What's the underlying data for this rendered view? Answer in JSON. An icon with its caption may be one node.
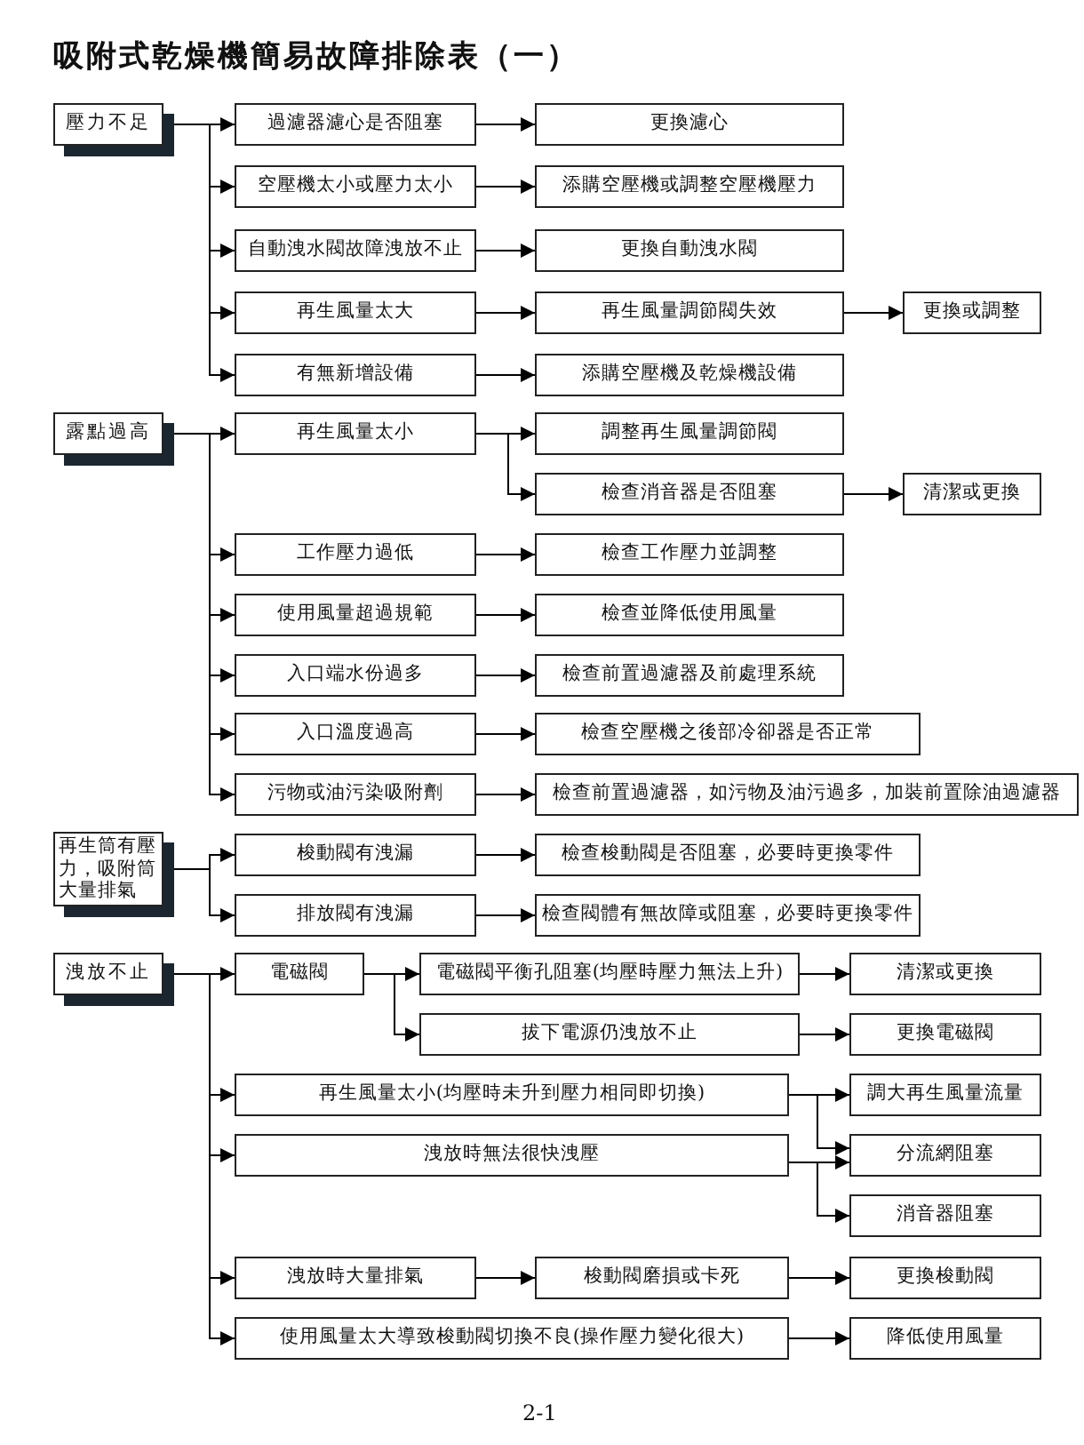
{
  "diagram": {
    "title": "吸附式乾燥機簡易故障排除表（一）",
    "nodes": [
      {
        "text": [
          "壓力不足"
        ]
      },
      {
        "text": [
          "過濾器濾心是否阻塞"
        ]
      },
      {
        "text": [
          "更換濾心"
        ]
      },
      {
        "text": [
          "空壓機太小或壓力太小"
        ]
      },
      {
        "text": [
          "添購空壓機或調整空壓機壓力"
        ]
      },
      {
        "text": [
          "自動洩水閥故障洩放不止"
        ]
      },
      {
        "text": [
          "更換自動洩水閥"
        ]
      },
      {
        "text": [
          "再生風量太大"
        ]
      },
      {
        "text": [
          "再生風量調節閥失效"
        ]
      },
      {
        "text": [
          "更換或調整"
        ]
      },
      {
        "text": [
          "有無新增設備"
        ]
      },
      {
        "text": [
          "添購空壓機及乾燥機設備"
        ]
      },
      {
        "text": [
          "露點過高"
        ]
      },
      {
        "text": [
          "再生風量太小"
        ]
      },
      {
        "text": [
          "調整再生風量調節閥"
        ]
      },
      {
        "text": [
          "檢查消音器是否阻塞"
        ]
      },
      {
        "text": [
          "清潔或更換"
        ]
      },
      {
        "text": [
          "工作壓力過低"
        ]
      },
      {
        "text": [
          "檢查工作壓力並調整"
        ]
      },
      {
        "text": [
          "使用風量超過規範"
        ]
      },
      {
        "text": [
          "檢查並降低使用風量"
        ]
      },
      {
        "text": [
          "入口端水份過多"
        ]
      },
      {
        "text": [
          "檢查前置過濾器及前處理系統"
        ]
      },
      {
        "text": [
          "入口溫度過高"
        ]
      },
      {
        "text": [
          "檢查空壓機之後部冷卻器是否正常"
        ]
      },
      {
        "text": [
          "污物或油污染吸附劑"
        ]
      },
      {
        "text": [
          "檢查前置過濾器，如污物及油污過多，加裝前置除油過濾器"
        ]
      },
      {
        "text": [
          "再生筒有壓力，吸附筒大量排氣"
        ]
      },
      {
        "text": [
          "梭動閥有洩漏"
        ]
      },
      {
        "text": [
          "檢查梭動閥是否阻塞，必要時更換零件"
        ]
      },
      {
        "text": [
          "排放閥有洩漏"
        ]
      },
      {
        "text": [
          "檢查閥體有無故障或阻塞，必要時更換零件"
        ]
      },
      {
        "text": [
          "洩放不止"
        ]
      },
      {
        "text": [
          "電磁閥"
        ]
      },
      {
        "text": [
          "電磁閥平衡孔阻塞(均壓時壓力無法上升)"
        ]
      },
      {
        "text": [
          "清潔或更換"
        ]
      },
      {
        "text": [
          "拔下電源仍洩放不止"
        ]
      },
      {
        "text": [
          "更換電磁閥"
        ]
      },
      {
        "text": [
          "再生風量太小(均壓時未升到壓力相同即切換)"
        ]
      },
      {
        "text": [
          "調大再生風量流量"
        ]
      },
      {
        "text": [
          "洩放時無法很快洩壓"
        ]
      },
      {
        "text": [
          "分流網阻塞"
        ]
      },
      {
        "text": [
          "消音器阻塞"
        ]
      },
      {
        "text": [
          "洩放時大量排氣"
        ]
      },
      {
        "text": [
          "梭動閥磨損或卡死"
        ]
      },
      {
        "text": [
          "更換梭動閥"
        ]
      },
      {
        "text": [
          "使用風量太大導致梭動閥切換不良(操作壓力變化很大)"
        ]
      },
      {
        "text": [
          "降低使用風量"
        ]
      }
    ],
    "edges": [
      {
        "from": 0,
        "to": 1,
        "arrow": "to"
      },
      {
        "from": 0,
        "to": 3,
        "arrow": "to"
      },
      {
        "from": 0,
        "to": 5,
        "arrow": "to"
      },
      {
        "from": 0,
        "to": 7,
        "arrow": "to"
      },
      {
        "from": 0,
        "to": 10,
        "arrow": "to"
      },
      {
        "from": 1,
        "to": 2,
        "arrow": "to"
      },
      {
        "from": 3,
        "to": 4,
        "arrow": "to"
      },
      {
        "from": 5,
        "to": 6,
        "arrow": "to"
      },
      {
        "from": 7,
        "to": 8,
        "arrow": "to"
      },
      {
        "from": 8,
        "to": 9,
        "arrow": "to"
      },
      {
        "from": 10,
        "to": 11,
        "arrow": "to"
      },
      {
        "from": 12,
        "to": 13,
        "arrow": "to"
      },
      {
        "from": 12,
        "to": 17,
        "arrow": "to"
      },
      {
        "from": 12,
        "to": 19,
        "arrow": "to"
      },
      {
        "from": 12,
        "to": 21,
        "arrow": "to"
      },
      {
        "from": 12,
        "to": 23,
        "arrow": "to"
      },
      {
        "from": 12,
        "to": 25,
        "arrow": "to"
      },
      {
        "from": 13,
        "to": 14,
        "arrow": "to"
      },
      {
        "from": 13,
        "to": 15,
        "arrow": "to"
      },
      {
        "from": 15,
        "to": 16,
        "arrow": "to"
      },
      {
        "from": 17,
        "to": 18,
        "arrow": "to"
      },
      {
        "from": 19,
        "to": 20,
        "arrow": "to"
      },
      {
        "from": 21,
        "to": 22,
        "arrow": "to"
      },
      {
        "from": 23,
        "to": 24,
        "arrow": "to"
      },
      {
        "from": 25,
        "to": 26,
        "arrow": "to"
      },
      {
        "from": 27,
        "to": 28,
        "arrow": "to"
      },
      {
        "from": 27,
        "to": 30,
        "arrow": "to"
      },
      {
        "from": 28,
        "to": 29,
        "arrow": "to"
      },
      {
        "from": 30,
        "to": 31,
        "arrow": "to"
      },
      {
        "from": 32,
        "to": 33,
        "arrow": "to"
      },
      {
        "from": 32,
        "to": 38,
        "arrow": "to"
      },
      {
        "from": 32,
        "to": 40,
        "arrow": "to"
      },
      {
        "from": 32,
        "to": 43,
        "arrow": "to"
      },
      {
        "from": 32,
        "to": 46,
        "arrow": "to"
      },
      {
        "from": 33,
        "to": 34,
        "arrow": "to"
      },
      {
        "from": 33,
        "to": 36,
        "arrow": "to"
      },
      {
        "from": 34,
        "to": 35,
        "arrow": "to"
      },
      {
        "from": 36,
        "to": 37,
        "arrow": "to"
      },
      {
        "from": 38,
        "to": 39,
        "arrow": "to"
      },
      {
        "from": 38,
        "to": 41,
        "arrow": "to"
      },
      {
        "from": 40,
        "to": 41,
        "arrow": "to"
      },
      {
        "from": 40,
        "to": 42,
        "arrow": "to"
      },
      {
        "from": 43,
        "to": 44,
        "arrow": "to"
      },
      {
        "from": 44,
        "to": 45,
        "arrow": "to"
      },
      {
        "from": 46,
        "to": 47,
        "arrow": "to"
      }
    ],
    "labels": [
      "2-1"
    ]
  }
}
